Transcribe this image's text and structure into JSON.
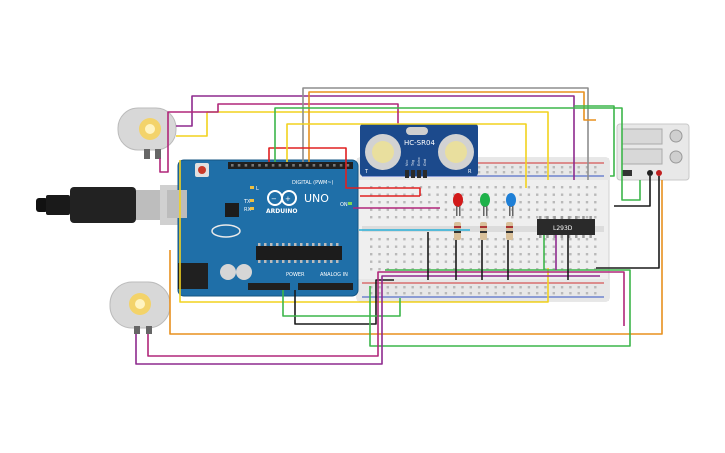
{
  "arduino": {
    "logo_text": "ARDUINO",
    "model": "UNO",
    "digital_label": "DIGITAL (PWM~)",
    "power_label": "POWER",
    "analog_label": "ANALOG IN",
    "led_labels": [
      "L",
      "TX",
      "RX"
    ],
    "on_label": "ON"
  },
  "sensor": {
    "label": "HC-SR04",
    "pins": [
      "Vcc",
      "Trig",
      "Echo",
      "Gnd"
    ],
    "left_mark": "T",
    "right_mark": "R"
  },
  "driver": {
    "label": "L293D"
  },
  "leds": [
    {
      "name": "red",
      "color": "#d21a1a"
    },
    {
      "name": "green",
      "color": "#1fb24a"
    },
    {
      "name": "blue",
      "color": "#1e7fd6"
    }
  ],
  "wire_colors": {
    "red": "#e02020",
    "orange": "#e8901e",
    "yellow": "#f2d21e",
    "green": "#3cb64a",
    "purple": "#8e2a8e",
    "magenta": "#b0267a",
    "gray": "#8e8e8e",
    "black": "#1a1a1a",
    "cyan": "#2ab0d8"
  },
  "components": [
    "motor-top",
    "motor-bottom",
    "usb-cable",
    "arduino-uno",
    "ultrasonic-sensor",
    "breadboard",
    "power-supply"
  ]
}
